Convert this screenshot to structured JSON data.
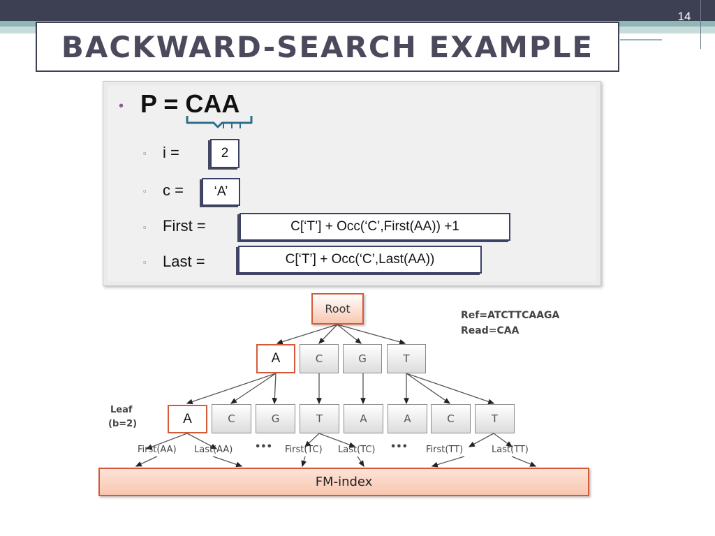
{
  "page_number": "14",
  "title": "BACKWARD-SEARCH  EXAMPLE",
  "pattern": {
    "label": "P = CAA",
    "bullet": "•"
  },
  "sub_bullet": "▫",
  "items": {
    "i": {
      "label": "i  =",
      "value": "2"
    },
    "c": {
      "label": "c =",
      "value": "‘A’"
    },
    "first": {
      "label": "First =",
      "value": "C[‘T’] + Occ(‘C’,First(AA)) +1"
    },
    "last": {
      "label": "Last =",
      "value": "C[‘T’] + Occ(‘C’,Last(AA))"
    }
  },
  "diagram": {
    "root": "Root",
    "level1": [
      "A",
      "C",
      "G",
      "T"
    ],
    "level2": [
      "A",
      "C",
      "G",
      "T",
      "A",
      "A",
      "C",
      "T"
    ],
    "leaf_label": [
      "Leaf",
      "(b=2)"
    ],
    "ref": "Ref=ATCTTCAAGA",
    "read": "Read=CAA",
    "bottom_labels": [
      "First(AA)",
      "Last(AA)",
      "First(TC)",
      "Last(TC)",
      "First(TT)",
      "Last(TT)"
    ],
    "ellipsis": "•••",
    "fm_index": "FM-index"
  }
}
